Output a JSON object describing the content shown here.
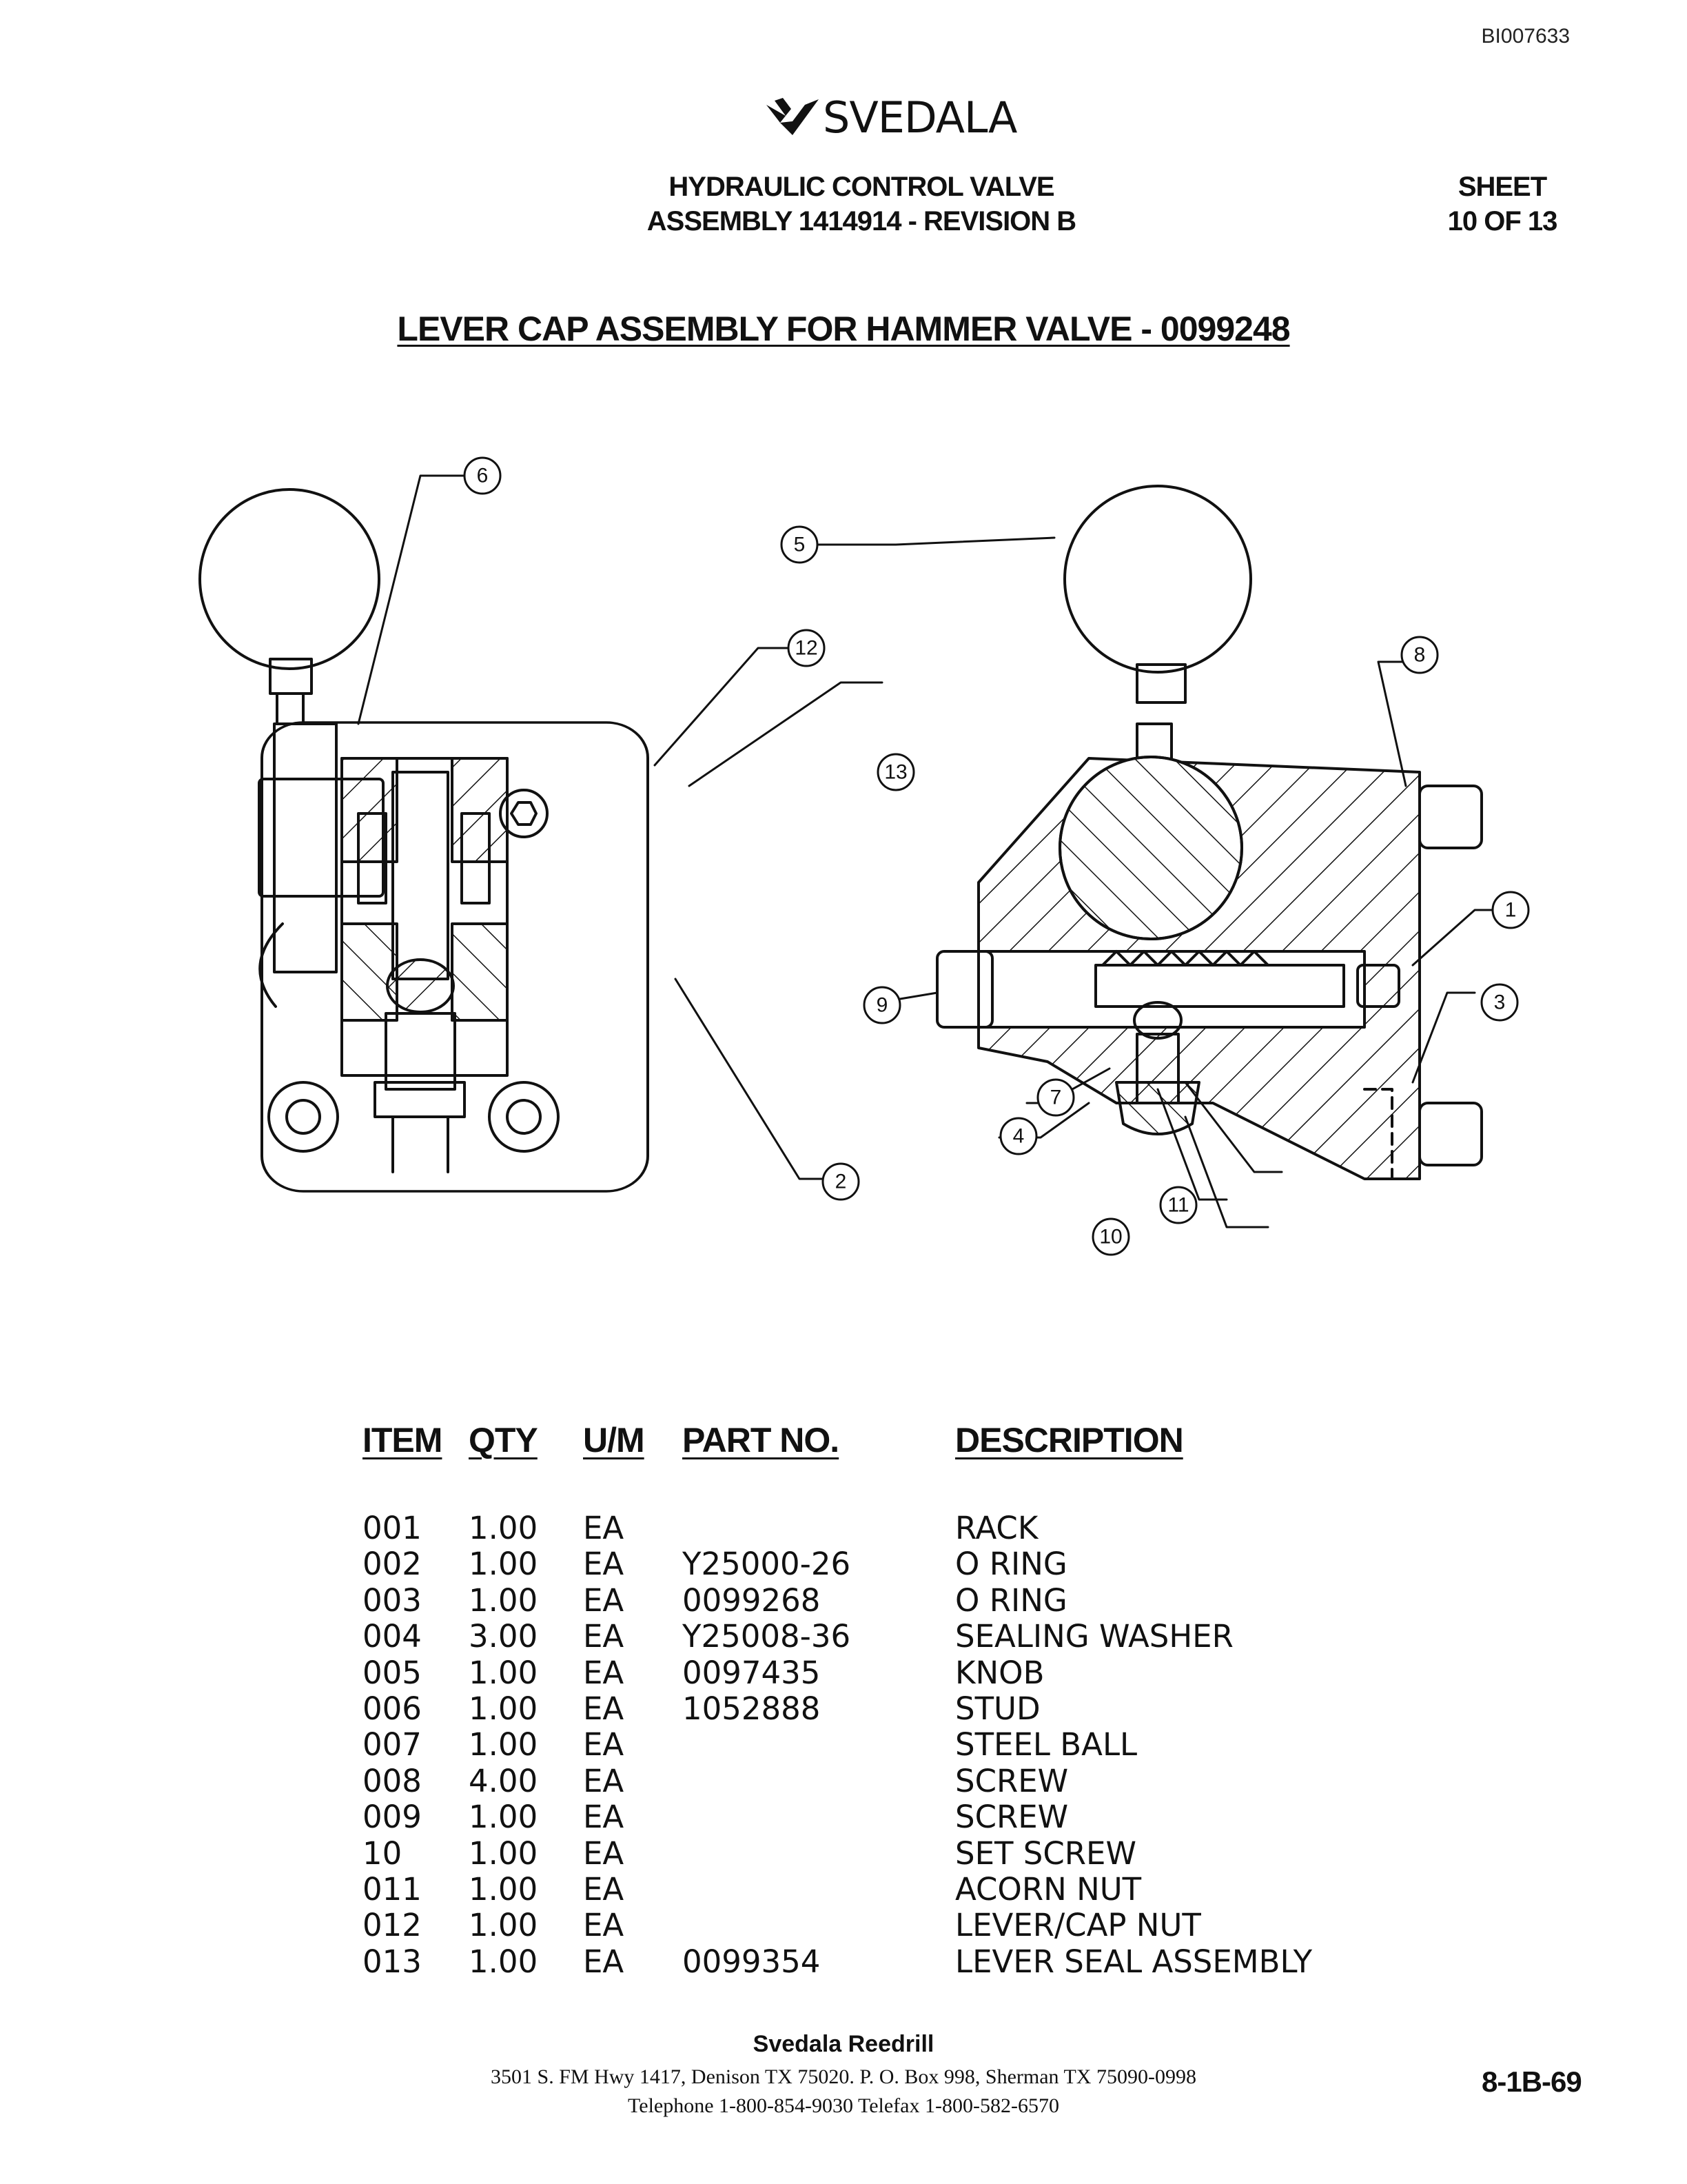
{
  "doc_id": "BI007633",
  "brand": {
    "name": "SVEDALA",
    "logo_icon": "svedala-bird-logo-icon"
  },
  "header": {
    "title_line1": "HYDRAULIC CONTROL VALVE",
    "title_line2": "ASSEMBLY 1414914 - REVISION B",
    "sheet_label": "SHEET",
    "sheet_value": "10 OF 13"
  },
  "section_title": "LEVER CAP ASSEMBLY FOR HAMMER VALVE - 0099248",
  "callouts": [
    "1",
    "2",
    "3",
    "4",
    "5",
    "6",
    "7",
    "8",
    "9",
    "10",
    "11",
    "12",
    "13"
  ],
  "parts_table": {
    "headers": {
      "item": "ITEM",
      "qty": "QTY",
      "um": "U/M",
      "part": "PART NO.",
      "desc": "DESCRIPTION"
    },
    "rows": [
      {
        "item": "001",
        "qty": "1.00",
        "um": "EA",
        "part": "",
        "desc": "RACK"
      },
      {
        "item": "002",
        "qty": "1.00",
        "um": "EA",
        "part": "Y25000-26",
        "desc": "O RING"
      },
      {
        "item": "003",
        "qty": "1.00",
        "um": "EA",
        "part": "0099268",
        "desc": "O RING"
      },
      {
        "item": "004",
        "qty": "3.00",
        "um": "EA",
        "part": "Y25008-36",
        "desc": "SEALING WASHER"
      },
      {
        "item": "005",
        "qty": "1.00",
        "um": "EA",
        "part": "0097435",
        "desc": "KNOB"
      },
      {
        "item": "006",
        "qty": "1.00",
        "um": "EA",
        "part": "1052888",
        "desc": "STUD"
      },
      {
        "item": "007",
        "qty": "1.00",
        "um": "EA",
        "part": "",
        "desc": "STEEL BALL"
      },
      {
        "item": "008",
        "qty": "4.00",
        "um": "EA",
        "part": "",
        "desc": "SCREW"
      },
      {
        "item": "009",
        "qty": "1.00",
        "um": "EA",
        "part": "",
        "desc": "SCREW"
      },
      {
        "item": "10",
        "qty": "1.00",
        "um": "EA",
        "part": "",
        "desc": "SET SCREW"
      },
      {
        "item": "011",
        "qty": "1.00",
        "um": "EA",
        "part": "",
        "desc": "ACORN NUT"
      },
      {
        "item": "012",
        "qty": "1.00",
        "um": "EA",
        "part": "",
        "desc": "LEVER/CAP NUT"
      },
      {
        "item": "013",
        "qty": "1.00",
        "um": "EA",
        "part": "0099354",
        "desc": "LEVER SEAL ASSEMBLY"
      }
    ]
  },
  "footer": {
    "company": "Svedala Reedrill",
    "address": "3501 S. FM Hwy 1417, Denison TX  75020.   P. O. Box 998, Sherman TX  75090-0998",
    "phone": "Telephone 1-800-854-9030 Telefax 1-800-582-6570",
    "page_number": "8-1B-69"
  }
}
